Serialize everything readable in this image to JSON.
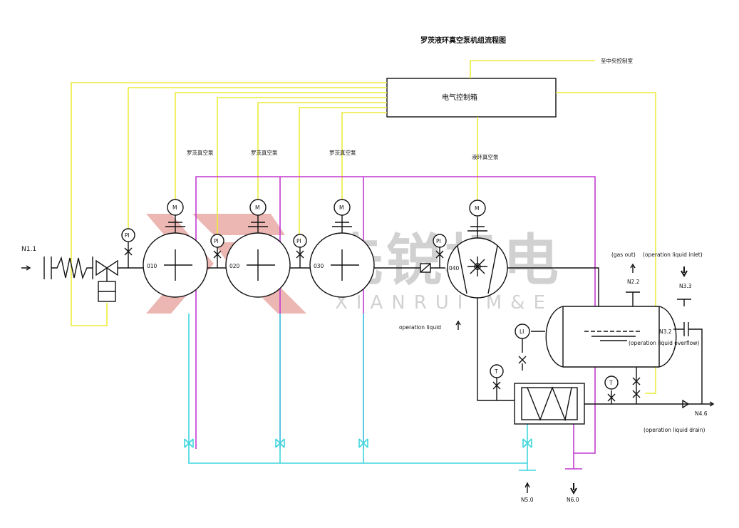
{
  "title": "罗茨液环真空泵机组流程图",
  "control_cabinet": "电气控制箱",
  "central_control_room": "至中央控制室",
  "pump_labels": {
    "roots_1": "罗茨真空泵",
    "roots_2": "罗茨真空泵",
    "roots_3": "罗茨真空泵",
    "liquid_ring": "液环真空泵"
  },
  "pumps": [
    "010",
    "020",
    "030",
    "040"
  ],
  "instruments": {
    "pressure": "PI",
    "temperature": "T",
    "level": "LI",
    "motor": "M"
  },
  "nozzles": {
    "n1_1": "N1.1",
    "n2_2": "N2.2",
    "n3_3": "N3.3",
    "n3_2": "N3.2",
    "n4_6": "N4.6",
    "n5_0": "N5.0",
    "n6_0": "N6.0"
  },
  "annotations": {
    "gas_out": "(gas out)",
    "liquid_inlet": "(operation liquid inlet)",
    "operation_liquid": "operation liquid",
    "overflow": "(operation liquid overflow)",
    "drain": "(operation liquid drain)"
  },
  "watermark": {
    "chinese": "先锐机电",
    "english": "XIANRUI M&E"
  },
  "colors": {
    "signal_line": "#ecec3c",
    "magenta_line": "#c23ad0",
    "cyan_line": "#3ed6de",
    "process_line": "#111111",
    "watermark_red": "#e9a9a4"
  }
}
